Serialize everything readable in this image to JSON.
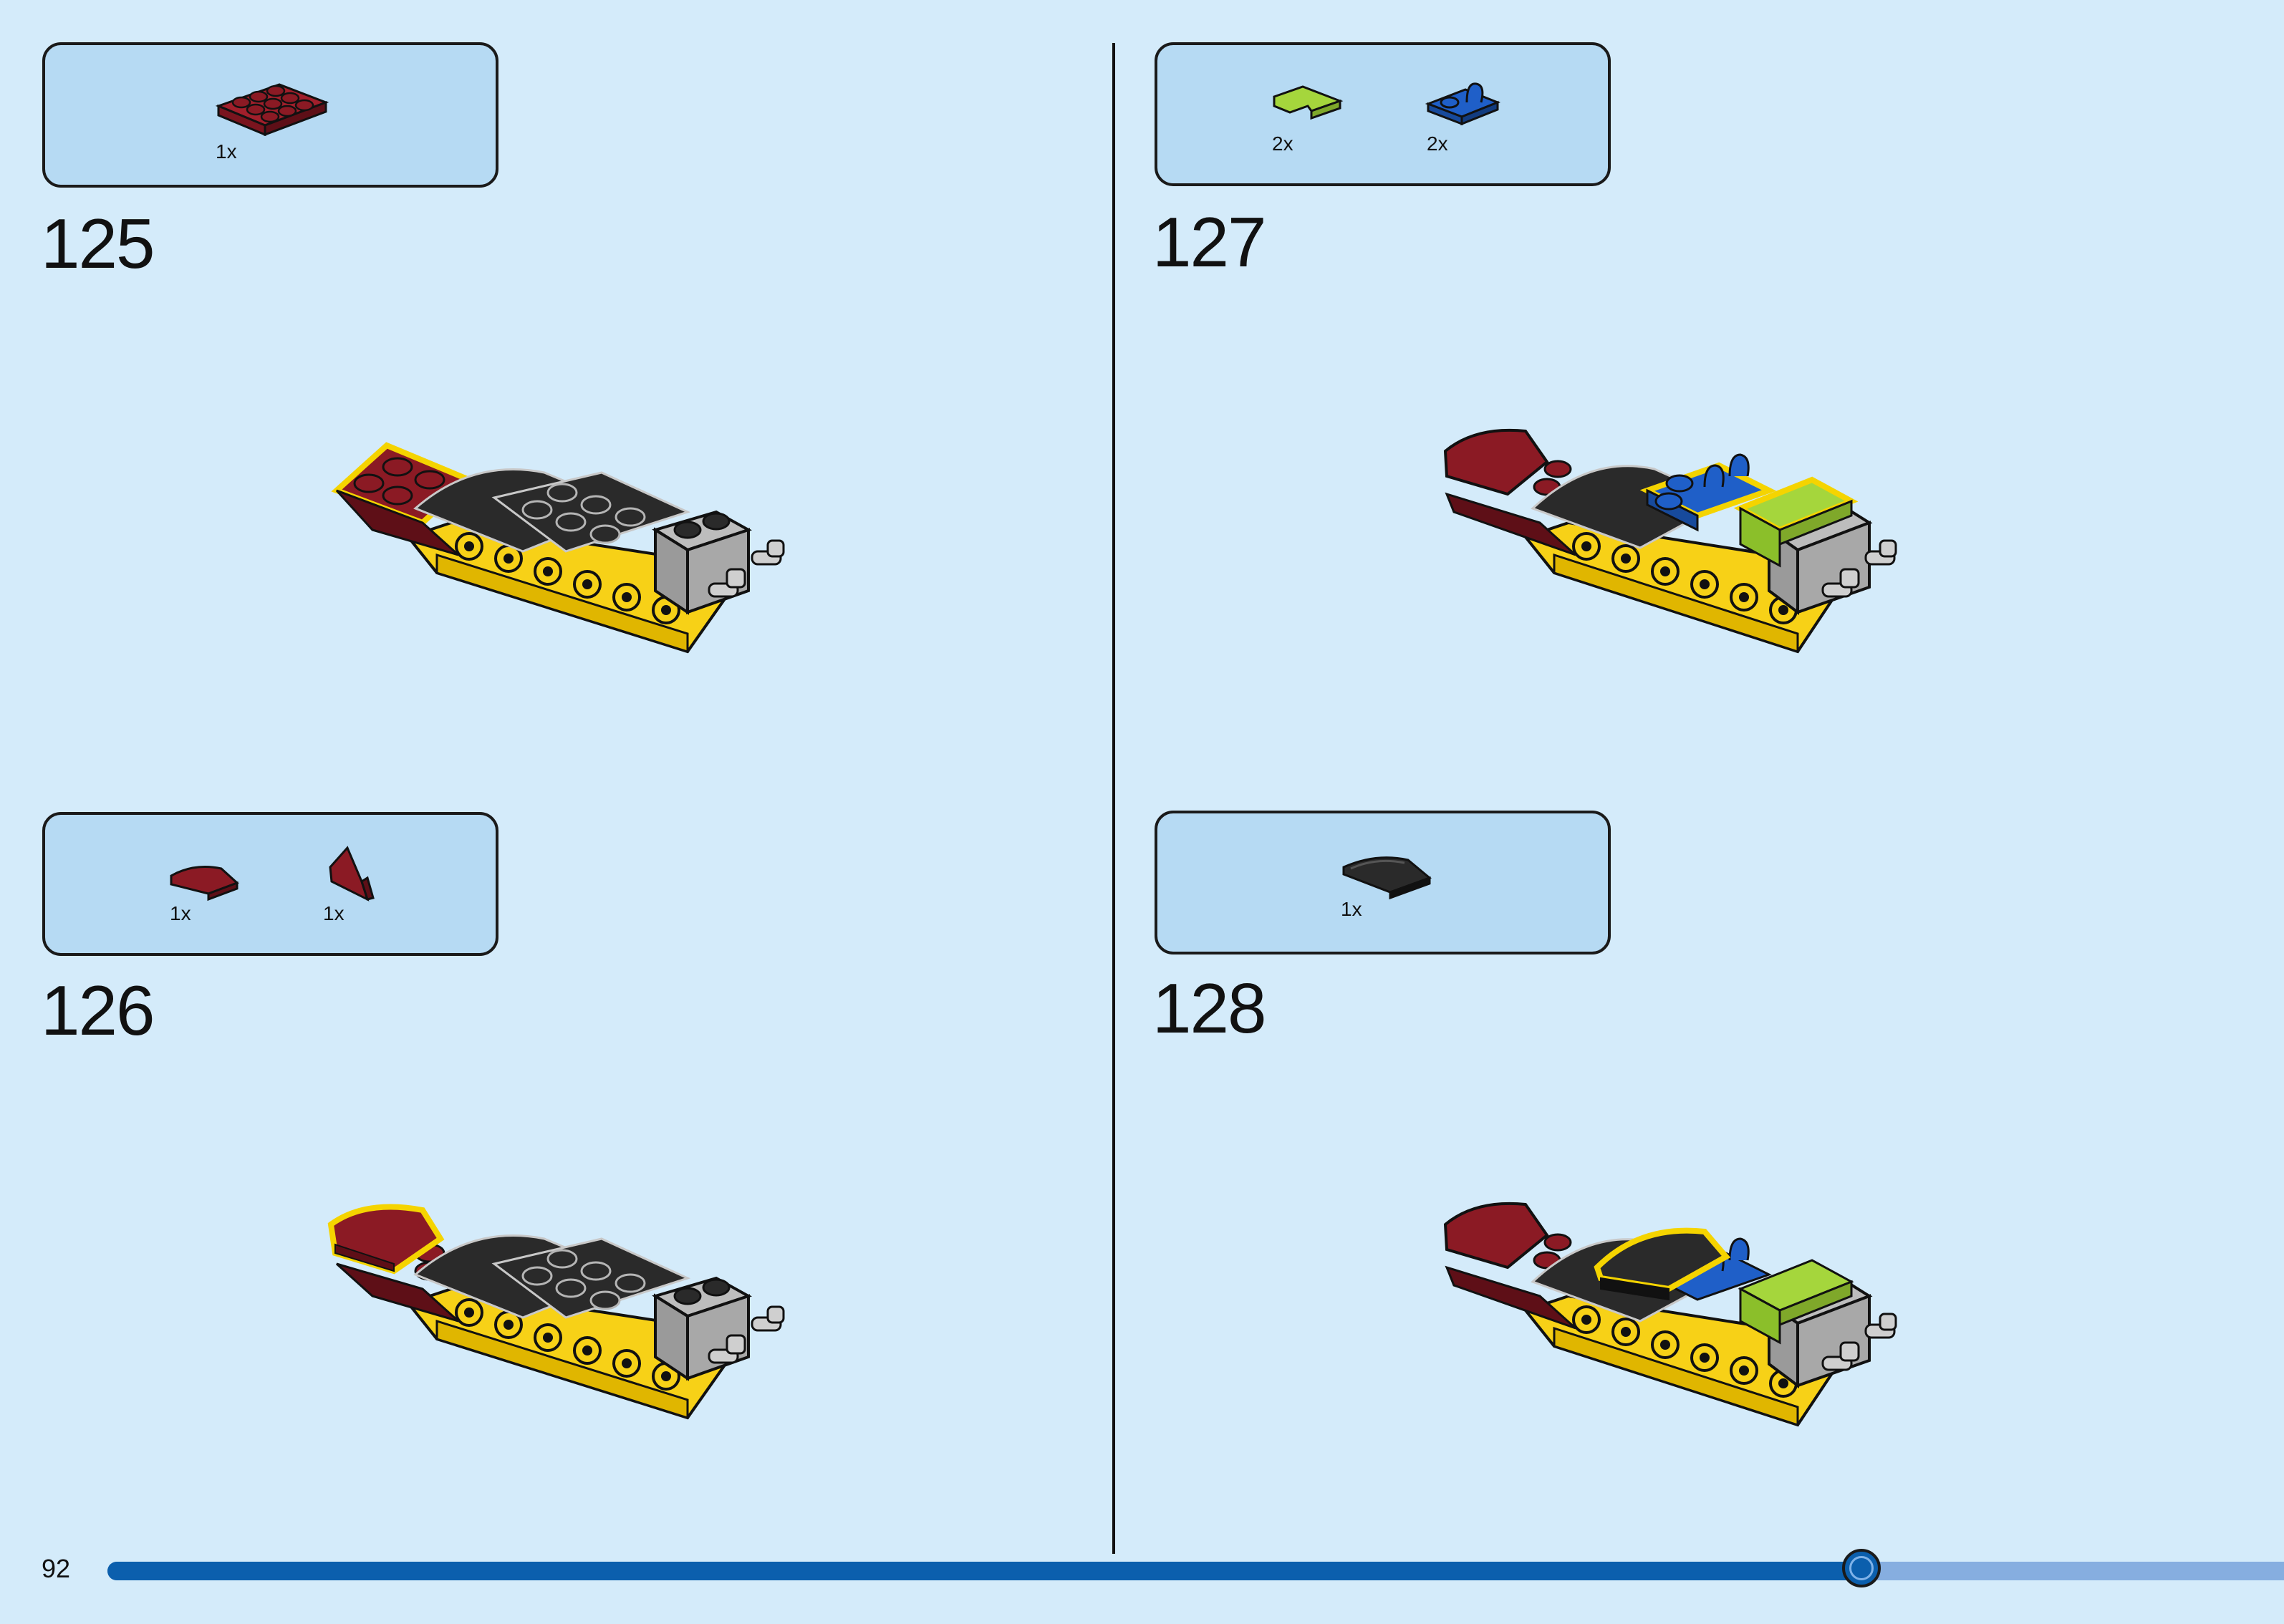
{
  "page_number": "92",
  "progress": 0.806,
  "colors": {
    "background": "#d4ebfa",
    "parts_box": "#b6daf3",
    "progress_fill": "#0b5fad",
    "progress_track": "#86aee0",
    "dark_red": "#8b1a24",
    "black_brick": "#2a2a2a",
    "yellow_brick": "#f7d117",
    "grey_brick": "#a0a0a0",
    "lime": "#a5d63c",
    "blue": "#1f5fc8",
    "highlight": "#f5d400"
  },
  "steps": [
    {
      "number": "125",
      "parts": [
        {
          "icon": "dark-red-plate-2x3-icon",
          "qty": "1x"
        }
      ]
    },
    {
      "number": "126",
      "parts": [
        {
          "icon": "dark-red-curved-slope-icon",
          "qty": "1x"
        },
        {
          "icon": "dark-red-wedge-icon",
          "qty": "1x"
        }
      ]
    },
    {
      "number": "127",
      "parts": [
        {
          "icon": "lime-slope-icon",
          "qty": "2x"
        },
        {
          "icon": "blue-clip-plate-icon",
          "qty": "2x"
        }
      ]
    },
    {
      "number": "128",
      "parts": [
        {
          "icon": "black-curved-slope-icon",
          "qty": "1x"
        }
      ]
    }
  ]
}
